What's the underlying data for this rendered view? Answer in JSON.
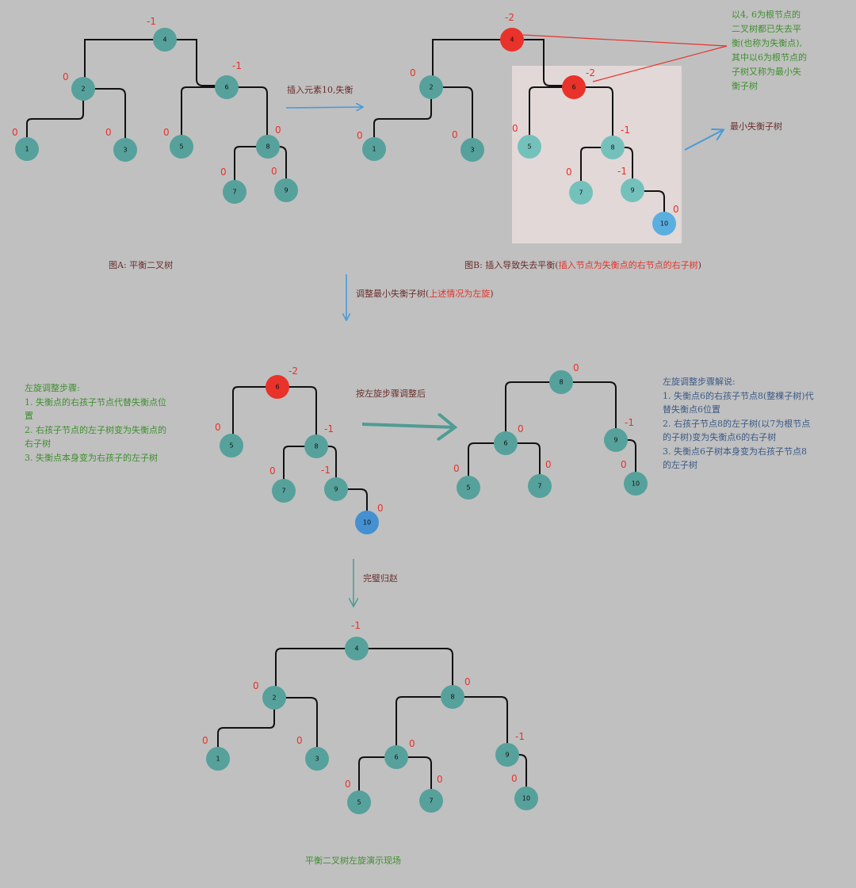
{
  "colors": {
    "node": "#56a19b",
    "node_light": "#74c1bc",
    "node_unbalanced": "#e8322a",
    "node_new": "#5aaee0",
    "node_new_bottom": "#4590d0",
    "balance_factor": "#e8322a",
    "arrow_blue": "#4a9ad6",
    "arrow_teal": "#4f9c94",
    "highlight_box": "#e2d8d8",
    "background": "#c0c0c0"
  },
  "captions": {
    "fig_a": "图A: 平衡二叉树",
    "fig_b_prefix": "图B: 插入导致失去平衡(",
    "fig_b_red": "插入节点为失衡点的右节点的右子树",
    "fig_b_suffix": ")",
    "bottom": "平衡二叉树左旋演示现场"
  },
  "arrows": {
    "insert_label": "插入元素10,失衡",
    "adjust_prefix": "调整最小失衡子树(",
    "adjust_red": "上述情况为左旋",
    "adjust_suffix": ")",
    "after_label": "按左旋步骤调整后",
    "final_label": "完璧归赵",
    "min_subtree_label": "最小失衡子树"
  },
  "note_top": [
    "以4, 6为根节点的",
    "二叉树都已失去平",
    "衡(也称为失衡点),",
    "其中以6为根节点的",
    "子树又称为最小失",
    "衡子树"
  ],
  "steps": {
    "title": "左旋调整步骤:",
    "lines": [
      "1. 失衡点的右孩子节点代替失衡点位",
      "置",
      "2. 右孩子节点的左子树变为失衡点的",
      "右子树",
      "3. 失衡点本身变为右孩子的左子树"
    ]
  },
  "explain": {
    "title": "左旋调整步骤解说:",
    "lines": [
      "1. 失衡点6的右孩子节点8(整棵子树)代",
      "替失衡点6位置",
      "2. 右孩子节点8的左子树(以7为根节点",
      "的子树)变为失衡点6的右子树",
      "3. 失衡点6子树本身变为右孩子节点8",
      "的左子树"
    ]
  },
  "trees": [
    {
      "id": "tree-a",
      "nodes": [
        {
          "key": "4",
          "bf": "-1"
        },
        {
          "key": "2",
          "bf": "0"
        },
        {
          "key": "6",
          "bf": "-1"
        },
        {
          "key": "1",
          "bf": "0"
        },
        {
          "key": "3",
          "bf": "0"
        },
        {
          "key": "5",
          "bf": "0"
        },
        {
          "key": "8",
          "bf": "0"
        },
        {
          "key": "7",
          "bf": "0"
        },
        {
          "key": "9",
          "bf": "0"
        }
      ]
    },
    {
      "id": "tree-b",
      "nodes": [
        {
          "key": "4",
          "bf": "-2"
        },
        {
          "key": "2",
          "bf": "0"
        },
        {
          "key": "6",
          "bf": "-2"
        },
        {
          "key": "1",
          "bf": "0"
        },
        {
          "key": "3",
          "bf": "0"
        },
        {
          "key": "5",
          "bf": "0"
        },
        {
          "key": "8",
          "bf": "-1"
        },
        {
          "key": "7",
          "bf": "0"
        },
        {
          "key": "9",
          "bf": "-1"
        },
        {
          "key": "10",
          "bf": "0"
        }
      ]
    },
    {
      "id": "tree-c",
      "nodes": [
        {
          "key": "6",
          "bf": "-2"
        },
        {
          "key": "5",
          "bf": "0"
        },
        {
          "key": "8",
          "bf": "-1"
        },
        {
          "key": "7",
          "bf": "0"
        },
        {
          "key": "9",
          "bf": "-1"
        },
        {
          "key": "10",
          "bf": "0"
        }
      ]
    },
    {
      "id": "tree-d",
      "nodes": [
        {
          "key": "8",
          "bf": "0"
        },
        {
          "key": "6",
          "bf": "0"
        },
        {
          "key": "9",
          "bf": "-1"
        },
        {
          "key": "5",
          "bf": "0"
        },
        {
          "key": "7",
          "bf": "0"
        },
        {
          "key": "10",
          "bf": "0"
        }
      ]
    },
    {
      "id": "tree-e",
      "nodes": [
        {
          "key": "4",
          "bf": "-1"
        },
        {
          "key": "2",
          "bf": "0"
        },
        {
          "key": "8",
          "bf": "0"
        },
        {
          "key": "1",
          "bf": "0"
        },
        {
          "key": "3",
          "bf": "0"
        },
        {
          "key": "6",
          "bf": "0"
        },
        {
          "key": "9",
          "bf": "-1"
        },
        {
          "key": "5",
          "bf": "0"
        },
        {
          "key": "7",
          "bf": "0"
        },
        {
          "key": "10",
          "bf": "0"
        }
      ]
    }
  ]
}
